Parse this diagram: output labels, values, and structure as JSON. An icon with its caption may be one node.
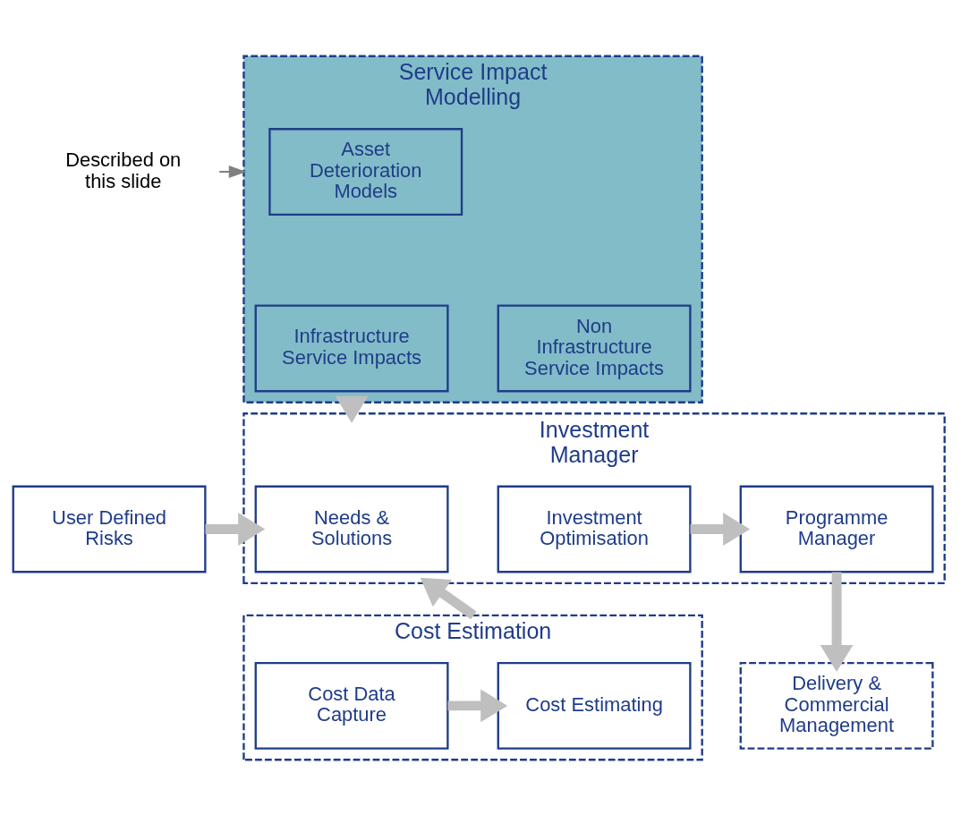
{
  "diagram": {
    "nodes": [
      {
        "text": [
          "Service Impact Modelling"
        ]
      },
      {
        "text": [
          "Asset Deterioration Models"
        ],
        "in": 0
      },
      {
        "text": [
          "Infrastructure Service Impacts"
        ],
        "in": 0
      },
      {
        "text": [
          "Non Infrastructure Service Impacts"
        ],
        "in": 0
      },
      {
        "text": [
          "Described on this slide"
        ]
      },
      {
        "text": [
          "Investment Manager"
        ]
      },
      {
        "text": [
          "User Defined Risks"
        ]
      },
      {
        "text": [
          "Needs & Solutions"
        ],
        "in": 5
      },
      {
        "text": [
          "Investment Optimisation"
        ],
        "in": 5
      },
      {
        "text": [
          "Programme Manager"
        ],
        "in": 5
      },
      {
        "text": [
          "Cost Estimation"
        ]
      },
      {
        "text": [
          "Cost Data Capture"
        ],
        "in": 10
      },
      {
        "text": [
          "Cost Estimating"
        ],
        "in": 10
      },
      {
        "text": [
          "Delivery & Commercial Management"
        ]
      }
    ],
    "edges": [
      {
        "from": 4,
        "to": 0,
        "arrow": "to",
        "color": "#808080"
      },
      {
        "from": 0,
        "to": 5,
        "arrow": "to"
      },
      {
        "from": 6,
        "to": 7,
        "arrow": "to"
      },
      {
        "from": 8,
        "to": 9,
        "arrow": "to"
      },
      {
        "from": 10,
        "to": 5,
        "arrow": "to"
      },
      {
        "from": 9,
        "to": 13,
        "arrow": "to"
      },
      {
        "from": 11,
        "to": 12,
        "arrow": "to"
      }
    ]
  }
}
